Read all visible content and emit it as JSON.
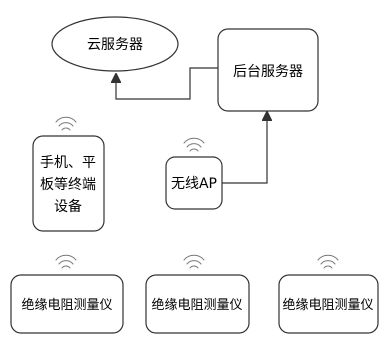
{
  "nodes": {
    "cloud_server": "云服务器",
    "backend_server": "后台服务器",
    "mobile_line1": "手机、平",
    "mobile_line2": "板等终端",
    "mobile_line3": "设备",
    "wireless_ap": "无线AP",
    "meter_1": "绝缘电阻测量仪",
    "meter_2": "绝缘电阻测量仪",
    "meter_3": "绝缘电阻测量仪"
  },
  "icons": {
    "wireless": "wifi-signal-icon",
    "arrow": "arrow-head-icon"
  },
  "colors": {
    "stroke": "#333333",
    "wifi": "#777777",
    "background": "#ffffff"
  }
}
